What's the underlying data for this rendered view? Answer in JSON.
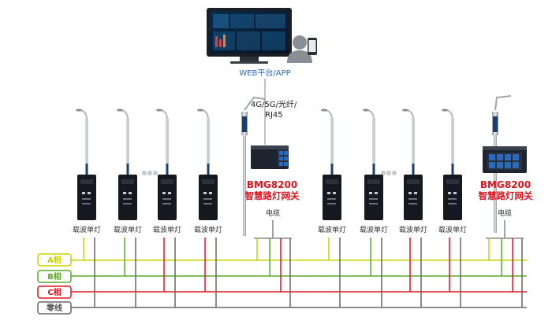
{
  "platform": {
    "label": "WEB平台/APP"
  },
  "uplink": {
    "line1": "4G/5G/光纤/",
    "line2": "RJ45"
  },
  "gateway": {
    "model": "BMG8200",
    "name": "智慧路灯网关"
  },
  "cable_label": "电缆",
  "controller_label": "载波单灯",
  "ellipsis": "●●●",
  "phases": [
    {
      "label": "A相",
      "color": "#c8d400"
    },
    {
      "label": "B相",
      "color": "#5aaa28"
    },
    {
      "label": "C相",
      "color": "#e0141e"
    },
    {
      "label": "零线",
      "color": "#666666"
    }
  ],
  "colors": {
    "accent_red": "#e0141e",
    "link_blue": "#2a6ab8",
    "dark_device": "#1e2530"
  }
}
